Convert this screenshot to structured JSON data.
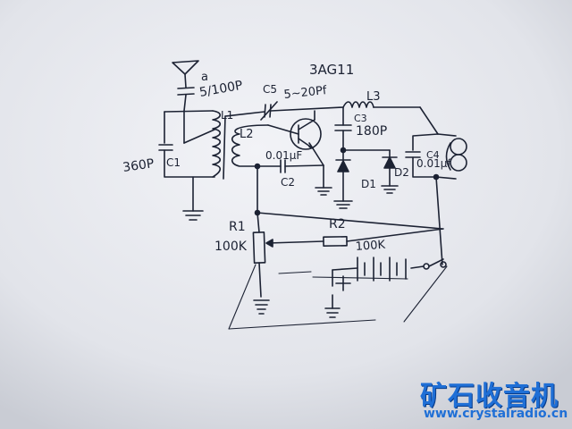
{
  "schematic": {
    "labels": {
      "transistor": "3AG11",
      "antenna": "a",
      "c5_value": "5/100P",
      "c5_name": "C5",
      "c5_range": "5~20Pf",
      "l3": "L3",
      "l1": "L1",
      "l2": "L2",
      "c3_name": "C3",
      "c3_value": "180P",
      "c4_name": "C4",
      "c4_value": "0.01μf",
      "c1_value": "360P",
      "c1_name": "C1",
      "c2_value": "0.01μF",
      "c2_name": "C2",
      "d1": "D1",
      "d2": "D2",
      "r1_name": "R1",
      "r1_value": "100K",
      "r2_name": "R2",
      "r2_value": "100K"
    }
  },
  "watermark": {
    "site_name_cn": "矿石收音机",
    "url": "www.crystalradio.cn"
  },
  "colors": {
    "ink": "#1c2233",
    "paper": "#e9ebf0",
    "watermark": "#1f6fd6"
  }
}
